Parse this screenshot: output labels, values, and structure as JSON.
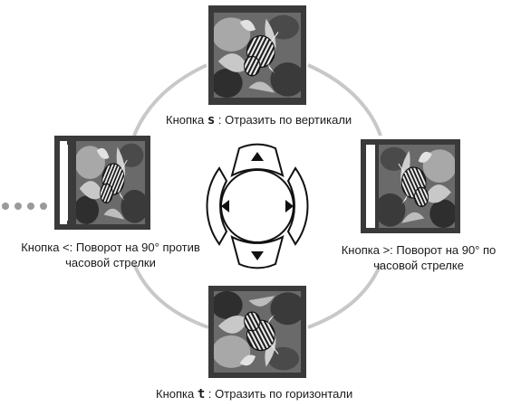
{
  "labels": {
    "top": {
      "prefix": "Кнопка",
      "key": "s",
      "text": ": Отразить по вертикали"
    },
    "bottom": {
      "prefix": "Кнопка",
      "key": "t",
      "text": ": Отразить по горизонтали"
    },
    "left": {
      "line1": "Кнопка <: Поворот на 90° против",
      "line2": "часовой стрелки"
    },
    "right": {
      "line1": "Кнопка >: Поворот на 90° по",
      "line2": "часовой стрелке"
    }
  },
  "colors": {
    "ring": "#c8c8c8",
    "frame": "#3a3a3a",
    "photo_dark": "#2b2b2b",
    "photo_mid": "#7a7a7a",
    "photo_light": "#d8d8d8",
    "dots": "#9a9a9a"
  }
}
